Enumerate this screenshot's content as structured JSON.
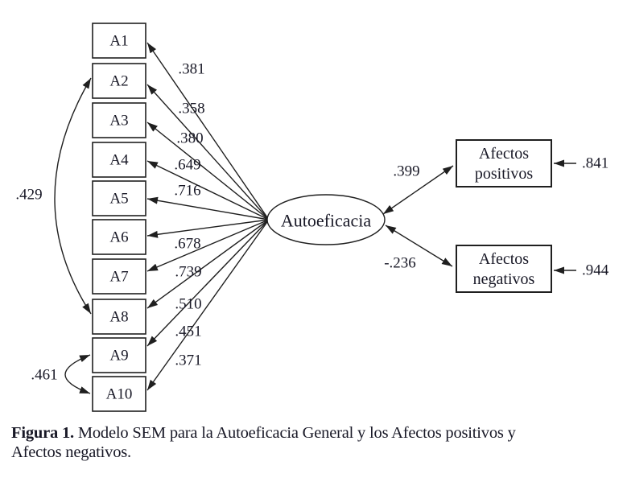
{
  "figure": {
    "latent": "Autoeficacia",
    "indicators": [
      {
        "id": "A1",
        "loading": ".381"
      },
      {
        "id": "A2",
        "loading": ".358"
      },
      {
        "id": "A3",
        "loading": ".380"
      },
      {
        "id": "A4",
        "loading": ".649"
      },
      {
        "id": "A5",
        "loading": ".716"
      },
      {
        "id": "A6",
        "loading": ".678"
      },
      {
        "id": "A7",
        "loading": ".739"
      },
      {
        "id": "A8",
        "loading": ".510"
      },
      {
        "id": "A9",
        "loading": ".451"
      },
      {
        "id": "A10",
        "loading": ".371"
      }
    ],
    "covariances": [
      {
        "between": [
          "A2",
          "A8"
        ],
        "value": ".429"
      },
      {
        "between": [
          "A9",
          "A10"
        ],
        "value": ".461"
      }
    ],
    "outcomes": [
      {
        "line1": "Afectos",
        "line2": "positivos",
        "path_coefficient": ".399",
        "error_variance": ".841"
      },
      {
        "line1": "Afectos",
        "line2": "negativos",
        "path_coefficient": "-.236",
        "error_variance": ".944"
      }
    ]
  },
  "caption": {
    "label": "Figura 1.",
    "line1": "Modelo SEM para la Autoeficacia General y los Afectos positivos y",
    "line2": "Afectos negativos."
  },
  "colors": {
    "ink": "#181826",
    "line": "#1f1f1f",
    "background": "#ffffff"
  }
}
